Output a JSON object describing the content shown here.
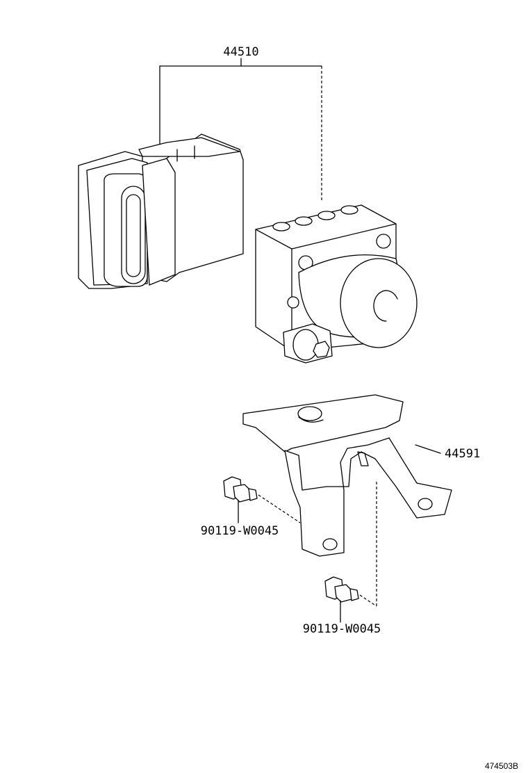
{
  "parts": {
    "abs_actuator_assembly": "44510",
    "actuator_bracket": "44591",
    "bolt_upper": "90119-W0045",
    "bolt_lower": "90119-W0045"
  },
  "illustration_number": "474503B"
}
